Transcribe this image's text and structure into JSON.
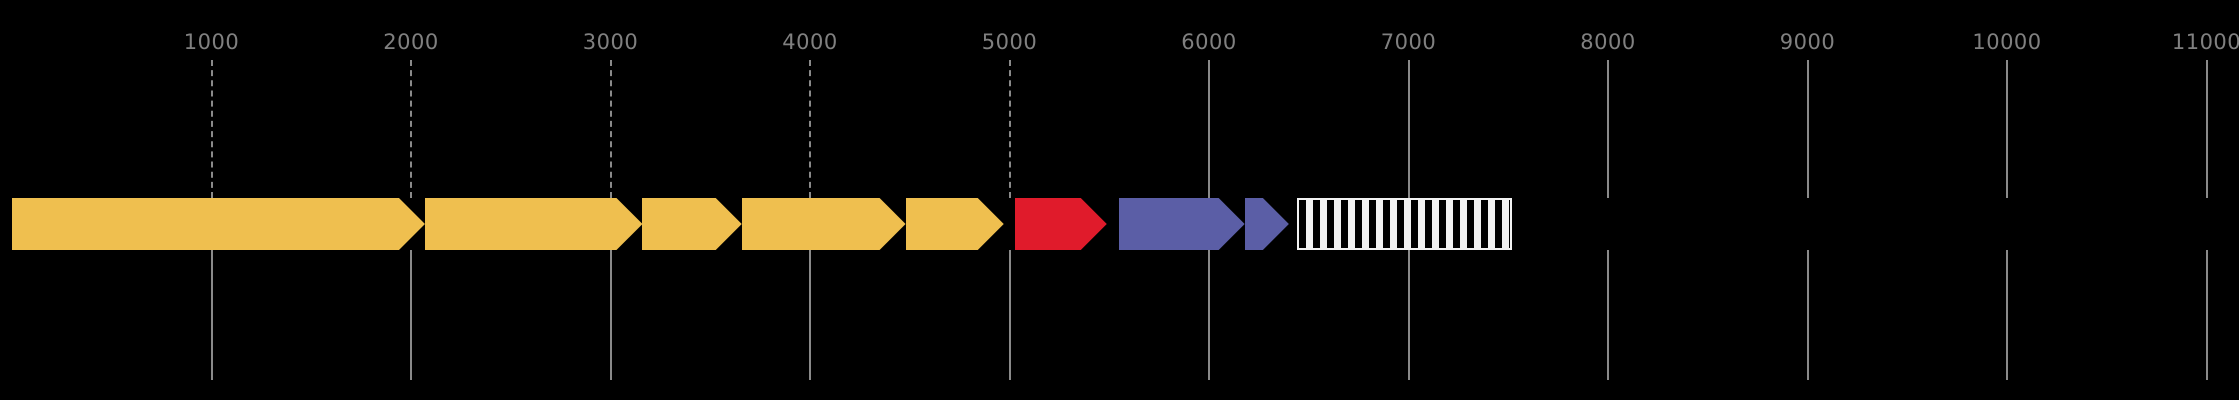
{
  "chart_data": {
    "type": "bar",
    "title": "",
    "subtitle": "",
    "xlabel": "",
    "ylabel": "",
    "xlim": [
      0,
      11200
    ],
    "grid": true,
    "legend": "none",
    "axis": {
      "unit": "bp",
      "tick_values": [
        1000,
        2000,
        3000,
        4000,
        5000,
        6000,
        7000,
        8000,
        9000,
        10000,
        11000
      ],
      "tick_labels": [
        "1000",
        "2000",
        "3000",
        "4000",
        "5000",
        "6000",
        "7000",
        "8000",
        "9000",
        "10000",
        "11000"
      ],
      "tick_color": "#808080",
      "gridline_color": "#8a8a8a",
      "gridline_styles": [
        "dashed",
        "dashed",
        "dashed",
        "dashed",
        "dashed",
        "solid",
        "solid",
        "solid",
        "solid",
        "solid",
        "solid"
      ]
    },
    "track": {
      "name": "genome-feature-track",
      "y_top": 198,
      "height": 52,
      "background": "#000000"
    },
    "categories": [
      "feature-1",
      "feature-2",
      "feature-3",
      "feature-4",
      "feature-5",
      "feature-6",
      "feature-7",
      "feature-8",
      "feature-9"
    ],
    "features": [
      {
        "id": "feature-1",
        "start": 0,
        "end": 2070,
        "strand": "+",
        "shape": "arrow-right",
        "color": "#EFBF4F",
        "fill": "solid"
      },
      {
        "id": "feature-2",
        "start": 2070,
        "end": 3160,
        "strand": "+",
        "shape": "arrow-right",
        "color": "#EFBF4F",
        "fill": "solid"
      },
      {
        "id": "feature-3",
        "start": 3160,
        "end": 3660,
        "strand": "+",
        "shape": "arrow-right",
        "color": "#EFBF4F",
        "fill": "solid"
      },
      {
        "id": "feature-4",
        "start": 3660,
        "end": 4480,
        "strand": "+",
        "shape": "arrow-right",
        "color": "#EFBF4F",
        "fill": "solid"
      },
      {
        "id": "feature-5",
        "start": 4480,
        "end": 4970,
        "strand": "+",
        "shape": "arrow-right",
        "color": "#EFBF4F",
        "fill": "solid"
      },
      {
        "id": "feature-6",
        "start": 5030,
        "end": 5490,
        "strand": "+",
        "shape": "arrow-right",
        "color": "#E01B2B",
        "fill": "solid"
      },
      {
        "id": "feature-7",
        "start": 5550,
        "end": 6180,
        "strand": "+",
        "shape": "arrow-right",
        "color": "#5B5EA6",
        "fill": "solid"
      },
      {
        "id": "feature-8",
        "start": 6180,
        "end": 6400,
        "strand": "+",
        "shape": "arrow-right",
        "color": "#5B5EA6",
        "fill": "solid"
      },
      {
        "id": "feature-9",
        "start": 6440,
        "end": 7520,
        "strand": ".",
        "shape": "box",
        "color": "#f2f2f2",
        "fill": "striped"
      }
    ],
    "values": [
      2070,
      1090,
      500,
      820,
      490,
      460,
      630,
      220,
      1080
    ],
    "colors": {
      "gold": "#EFBF4F",
      "red": "#E01B2B",
      "purple": "#5B5EA6",
      "stripe_light": "#f2f2f2",
      "stripe_dark": "#000000",
      "background": "#000000",
      "axis_text": "#808080",
      "gridline": "#8a8a8a"
    }
  }
}
